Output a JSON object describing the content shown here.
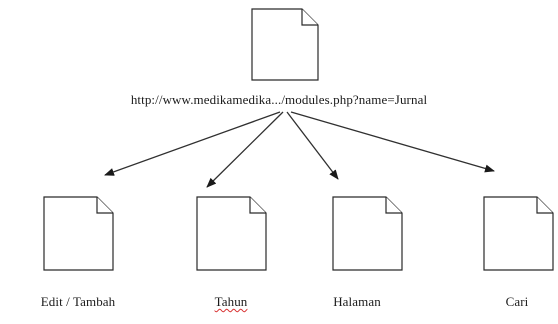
{
  "root": {
    "url": "http://www.medikamedika.../modules.php?name=Jurnal",
    "icon": "document-icon"
  },
  "children": [
    {
      "label": "Edit / Tambah",
      "icon": "document-icon"
    },
    {
      "label": "Tahun",
      "icon": "document-icon",
      "spellcheck_flag": true
    },
    {
      "label": "Halaman",
      "icon": "document-icon"
    },
    {
      "label": "Cari",
      "icon": "document-icon"
    }
  ],
  "colors": {
    "stroke": "#2a2a2a",
    "spellcheck_underline": "#d83030"
  }
}
